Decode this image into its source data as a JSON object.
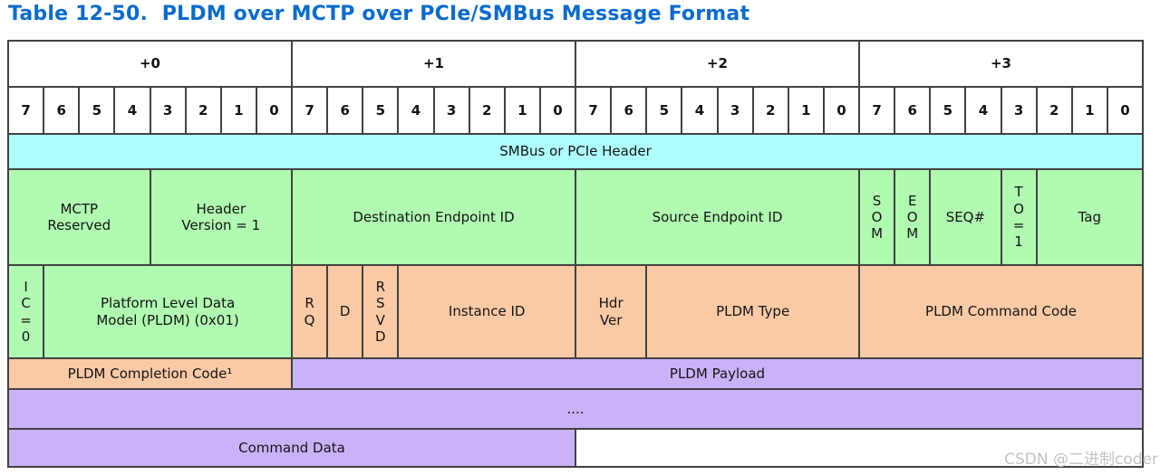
{
  "title": "Table 12-50.  PLDM over MCTP over PCIe/SMBus Message Format",
  "watermark": "CSDN @二进制coder",
  "colors": {
    "title_blue": "#0a6bcd",
    "bit_label_blue": "#1272d2",
    "smbus_header_cyan": "#aeffff",
    "mctp_field_green": "#b0fab1",
    "pldm_field_orange": "#fac9a5",
    "payload_purple": "#c9b2f8",
    "grid_border": "#424242"
  },
  "byte_headers": [
    "+0",
    "+1",
    "+2",
    "+3"
  ],
  "bit_labels": [
    "7",
    "6",
    "5",
    "4",
    "3",
    "2",
    "1",
    "0"
  ],
  "rows": {
    "smbus": {
      "header": "SMBus or PCIe Header"
    },
    "mctp_header": {
      "mctp_reserved": "MCTP\nReserved",
      "header_version": "Header\nVersion = 1",
      "dest_eid": "Destination Endpoint ID",
      "src_eid": "Source Endpoint ID",
      "som": "S\nO\nM",
      "eom": "E\nO\nM",
      "seq": "SEQ#",
      "to": "T\nO\n=\n1",
      "tag": "Tag"
    },
    "pldm_header": {
      "ic": "I\nC\n=\n0",
      "message_type": "Platform Level Data\nModel (PLDM) (0x01)",
      "rq": "R\nQ",
      "d": "D",
      "rsvd": "R\nS\nV\nD",
      "instance_id": "Instance ID",
      "hdr_ver": "Hdr\nVer",
      "pldm_type": "PLDM Type",
      "pldm_command_code": "PLDM Command Code"
    },
    "payload": {
      "completion_code": "PLDM Completion Code¹",
      "pldm_payload": "PLDM Payload"
    },
    "continuation": {
      "dots": "...."
    },
    "command": {
      "command_data": "Command Data"
    }
  }
}
